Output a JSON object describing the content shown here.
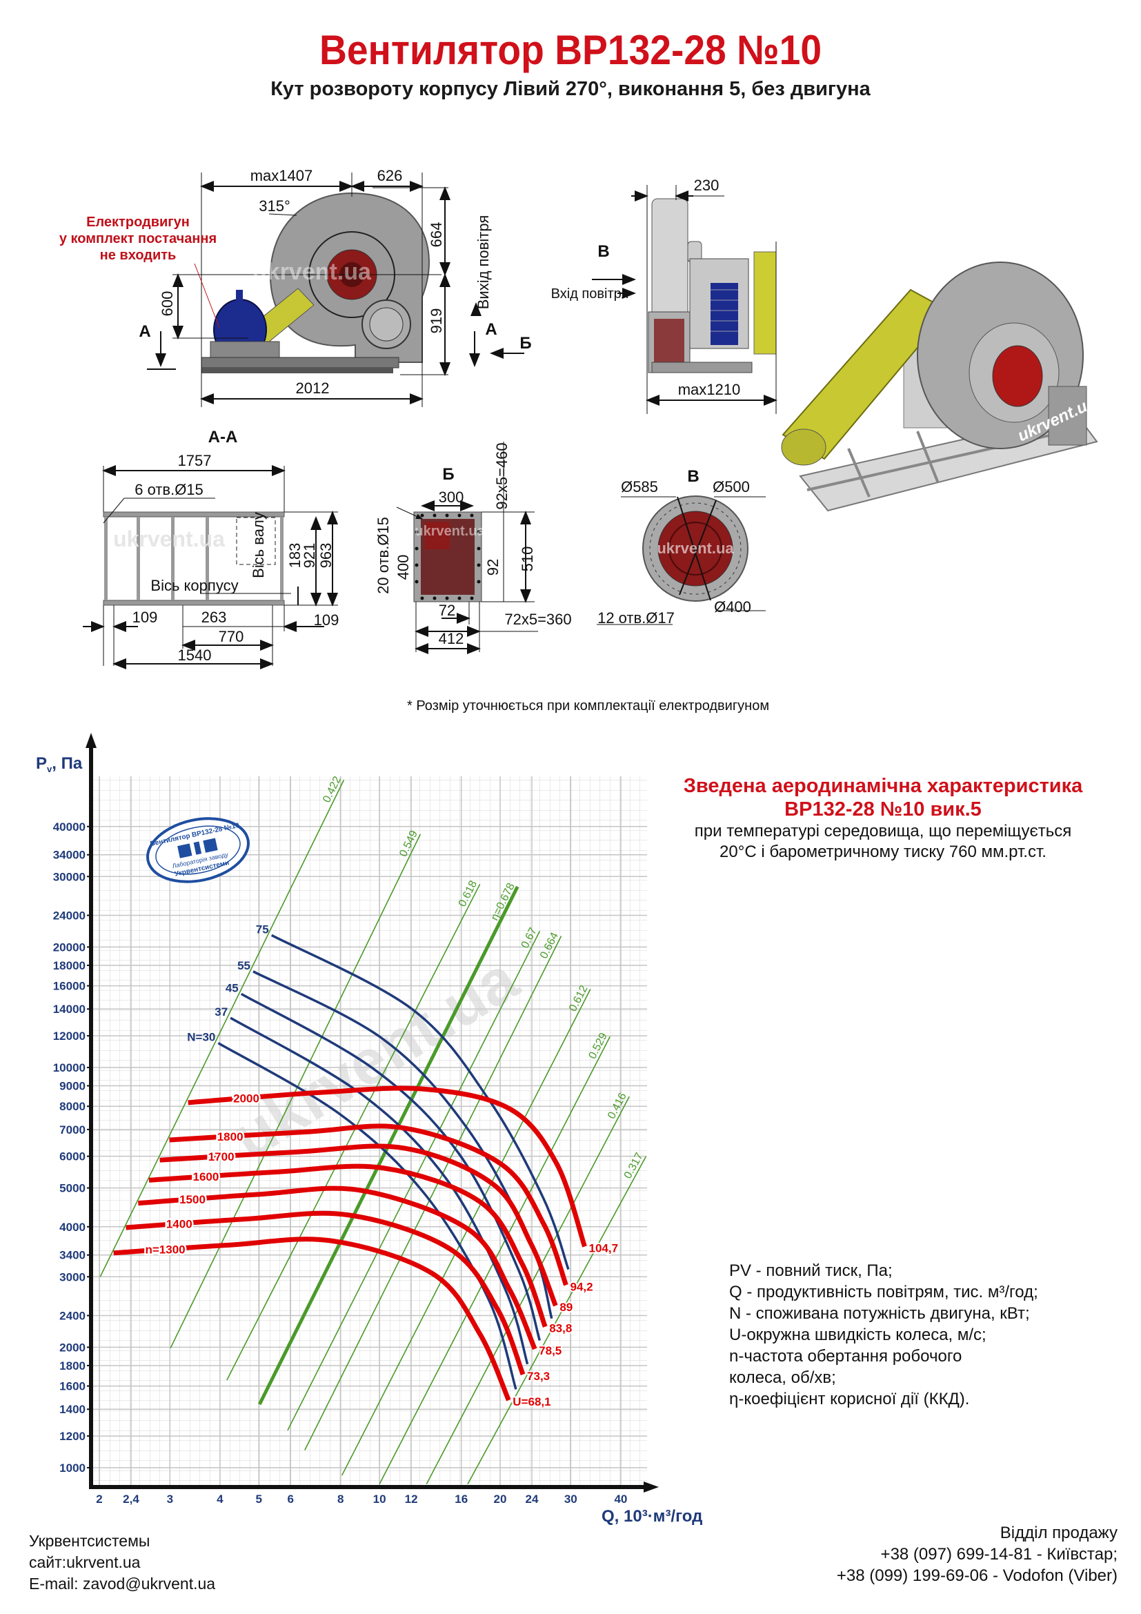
{
  "header": {
    "title": "Вентилятор ВР132-28 №10",
    "subtitle": "Кут розвороту корпусу Лівий 270°, виконання 5, без двигуна"
  },
  "side_view": {
    "dim_max1407": "max1407",
    "dim_626": "626",
    "angle_315": "315°",
    "motor_note": [
      "Електродвигун",
      "у комплект постачання",
      "не входить"
    ],
    "dim_600": "600",
    "dim_664": "664",
    "dim_919": "919",
    "outlet_label": "Вихід повітря",
    "section_a_left": "А",
    "section_a_right": "А",
    "view_b": "Б",
    "dim_2012": "2012",
    "watermark": "ukrvent.ua"
  },
  "front_view": {
    "dim_230": "230",
    "view_v": "В",
    "inlet_label": "Вхід повітря",
    "dim_max1210": "max1210"
  },
  "render_watermark": "ukrvent.ua",
  "section_aa": {
    "title": "А-А",
    "dim_1757": "1757",
    "holes": "6 отв.Ø15",
    "housing_axis": "Вісь корпусу",
    "shaft_axis": "Вісь валу",
    "dim_183": "183",
    "dim_921": "921",
    "dim_963": "963",
    "dim_109_left": "109",
    "dim_263": "263",
    "dim_109_right": "109",
    "dim_770": "770",
    "dim_1540": "1540",
    "watermark": "ukrvent.ua"
  },
  "view_b": {
    "title": "Б",
    "dim_300": "300",
    "holes": "20 отв.Ø15",
    "dim_400": "400",
    "dim_92x5": "92x5=460",
    "dim_92": "92",
    "dim_510": "510",
    "dim_72": "72",
    "dim_72x5": "72x5=360",
    "dim_412": "412",
    "watermark": "ukrvent.ua"
  },
  "view_v": {
    "title": "В",
    "d585": "Ø585",
    "d500": "Ø500",
    "d400": "Ø400",
    "holes": "12 отв.Ø17",
    "watermark": "ukrvent.ua"
  },
  "footnote": "* Розмір уточнюється при комплектації електродвигуном",
  "chart_title": {
    "line1": "Зведена аеродинамічна характеристика",
    "line2": "ВР132-28 №10 вик.5",
    "line3": "при температурі середовища, що переміщується",
    "line4": "20°С і барометричному тиску 760 мм.рт.ст."
  },
  "stamp": {
    "top": "Вентилятор ВР132-28 №10",
    "middle": "Лабораторія заводу",
    "bottom": "Укрвентсистеми"
  },
  "chart_data": {
    "type": "line",
    "x_scale": "log",
    "y_scale": "log",
    "ylabel": "P",
    "ylabel_sub": "v",
    "ylabel_unit": ", Па",
    "xlabel": "Q, 10³·м³/год",
    "xlim": [
      1.9,
      47
    ],
    "ylim": [
      900,
      53000
    ],
    "grid": true,
    "watermark": "ukrvent.ua",
    "x_ticks": [
      {
        "v": 2,
        "label": "2"
      },
      {
        "v": 2.4,
        "label": "2,4"
      },
      {
        "v": 3,
        "label": "3"
      },
      {
        "v": 4,
        "label": "4"
      },
      {
        "v": 5,
        "label": "5"
      },
      {
        "v": 6,
        "label": "6"
      },
      {
        "v": 8,
        "label": "8"
      },
      {
        "v": 10,
        "label": "10"
      },
      {
        "v": 12,
        "label": "12"
      },
      {
        "v": 16,
        "label": "16"
      },
      {
        "v": 20,
        "label": "20"
      },
      {
        "v": 24,
        "label": "24"
      },
      {
        "v": 30,
        "label": "30"
      },
      {
        "v": 40,
        "label": "40"
      }
    ],
    "y_ticks": [
      40000,
      34000,
      30000,
      24000,
      20000,
      18000,
      16000,
      14000,
      12000,
      10000,
      9000,
      8000,
      7000,
      6000,
      5000,
      4000,
      3400,
      3000,
      2400,
      2000,
      1800,
      1600,
      1400,
      1200,
      1000
    ],
    "speed_curves": [
      {
        "n_label": "2000",
        "u_label": "104,7",
        "points": [
          [
            3.33,
            8170
          ],
          [
            7.0,
            8650
          ],
          [
            12.97,
            8830
          ],
          [
            21.2,
            7870
          ],
          [
            27.7,
            5740
          ],
          [
            32.5,
            3570
          ]
        ]
      },
      {
        "n_label": "1800",
        "u_label": "94,2",
        "points": [
          [
            2.99,
            6590
          ],
          [
            6.5,
            6900
          ],
          [
            11.5,
            7060
          ],
          [
            20.1,
            5740
          ],
          [
            25.7,
            4060
          ],
          [
            29.2,
            2860
          ]
        ]
      },
      {
        "n_label": "1700",
        "u_label": "89",
        "points": [
          [
            2.83,
            5870
          ],
          [
            6.2,
            6150
          ],
          [
            11.5,
            6290
          ],
          [
            19.2,
            5110
          ],
          [
            23.9,
            3620
          ],
          [
            27.5,
            2540
          ]
        ]
      },
      {
        "n_label": "1600",
        "u_label": "83,8",
        "points": [
          [
            2.66,
            5230
          ],
          [
            5.5,
            5480
          ],
          [
            10.2,
            5610
          ],
          [
            17.8,
            4620
          ],
          [
            22.7,
            3230
          ],
          [
            25.9,
            2250
          ]
        ]
      },
      {
        "n_label": "1500",
        "u_label": "78,5",
        "points": [
          [
            2.5,
            4580
          ],
          [
            5.0,
            4820
          ],
          [
            9.0,
            4930
          ],
          [
            16.6,
            3950
          ],
          [
            21.1,
            2790
          ],
          [
            24.4,
            1980
          ]
        ]
      },
      {
        "n_label": "1400",
        "u_label": "73,3",
        "points": [
          [
            2.33,
            3980
          ],
          [
            4.6,
            4180
          ],
          [
            8.36,
            4280
          ],
          [
            15.0,
            3520
          ],
          [
            19.7,
            2490
          ],
          [
            22.8,
            1710
          ]
        ]
      },
      {
        "n_label": "n=1300",
        "u_label": "U=68,1",
        "points": [
          [
            2.17,
            3440
          ],
          [
            4.2,
            3600
          ],
          [
            7.58,
            3690
          ],
          [
            13.6,
            3050
          ],
          [
            17.8,
            2160
          ],
          [
            21.0,
            1475
          ]
        ]
      }
    ],
    "power_curves": [
      {
        "label": "75",
        "points": [
          [
            5.38,
            21400
          ],
          [
            12.05,
            14000
          ],
          [
            18.7,
            8340
          ],
          [
            25.7,
            4690
          ],
          [
            29.6,
            3130
          ]
        ]
      },
      {
        "label": "55",
        "points": [
          [
            4.84,
            17380
          ],
          [
            10.2,
            11780
          ],
          [
            16.6,
            7020
          ],
          [
            23.9,
            3620
          ],
          [
            26.9,
            2360
          ]
        ]
      },
      {
        "label": "45",
        "points": [
          [
            4.52,
            15270
          ],
          [
            9.68,
            9910
          ],
          [
            15.8,
            6080
          ],
          [
            22.2,
            3130
          ],
          [
            25.1,
            2080
          ]
        ]
      },
      {
        "label": "37",
        "points": [
          [
            4.25,
            13300
          ],
          [
            9.0,
            8590
          ],
          [
            14.7,
            5260
          ],
          [
            20.6,
            2790
          ],
          [
            23.4,
            1815
          ]
        ]
      },
      {
        "label": "N=30",
        "points": [
          [
            3.96,
            11510
          ],
          [
            7.96,
            7650
          ],
          [
            12.97,
            4830
          ],
          [
            18.7,
            2640
          ],
          [
            21.9,
            1570
          ]
        ]
      }
    ],
    "efficiency_lines": [
      {
        "label": "0.422",
        "points": [
          [
            2.01,
            3000
          ],
          [
            8.15,
            52300
          ]
        ]
      },
      {
        "label": "0.549",
        "points": [
          [
            3.01,
            1990
          ],
          [
            12.65,
            38300
          ]
        ]
      },
      {
        "label": "0.618",
        "points": [
          [
            4.16,
            1655
          ],
          [
            17.8,
            28700
          ]
        ]
      },
      {
        "label": "η=0.678",
        "points": [
          [
            5.02,
            1440
          ],
          [
            22.1,
            28300
          ]
        ],
        "optimal": true
      },
      {
        "label": "0.67",
        "points": [
          [
            5.9,
            1240
          ],
          [
            25.1,
            21900
          ]
        ]
      },
      {
        "label": "0.664",
        "points": [
          [
            6.51,
            1106
          ],
          [
            28.4,
            21300
          ]
        ]
      },
      {
        "label": "0.612",
        "points": [
          [
            8.06,
            957
          ],
          [
            33.6,
            15700
          ]
        ]
      },
      {
        "label": "0.529",
        "points": [
          [
            10.0,
            910
          ],
          [
            37.6,
            11950
          ]
        ]
      },
      {
        "label": "0.416",
        "points": [
          [
            13.1,
            910
          ],
          [
            42.0,
            8460
          ]
        ]
      },
      {
        "label": "0.317",
        "points": [
          [
            16.6,
            910
          ],
          [
            46.2,
            5990
          ]
        ]
      }
    ],
    "colors": {
      "speed": "#e00000",
      "power": "#1f3a7a",
      "efficiency": "#4a9a2a",
      "axis_text": "#1f3a7a",
      "grid": "#d6d6d6"
    }
  },
  "legend": [
    "PV - повний тиск, Па;",
    "Q - продуктивність повітрям, тис. м³/год;",
    "N - споживана потужність двигуна, кВт;",
    "U-окружна швидкість колеса, м/с;",
    "n-частота обертання робочого",
    "колеса, об/хв;",
    "η-коефіцієнт корисної дії (ККД)."
  ],
  "footer": {
    "company": "Укрвентсистемы",
    "site": "сайт:ukrvent.ua",
    "email": "E-mail: zavod@ukrvent.ua",
    "sales_title": "Відділ продажу",
    "phone1": "+38 (097) 699-14-81 - Київстар;",
    "phone2": "+38 (099) 199-69-06 - Vodofon (Viber)"
  }
}
